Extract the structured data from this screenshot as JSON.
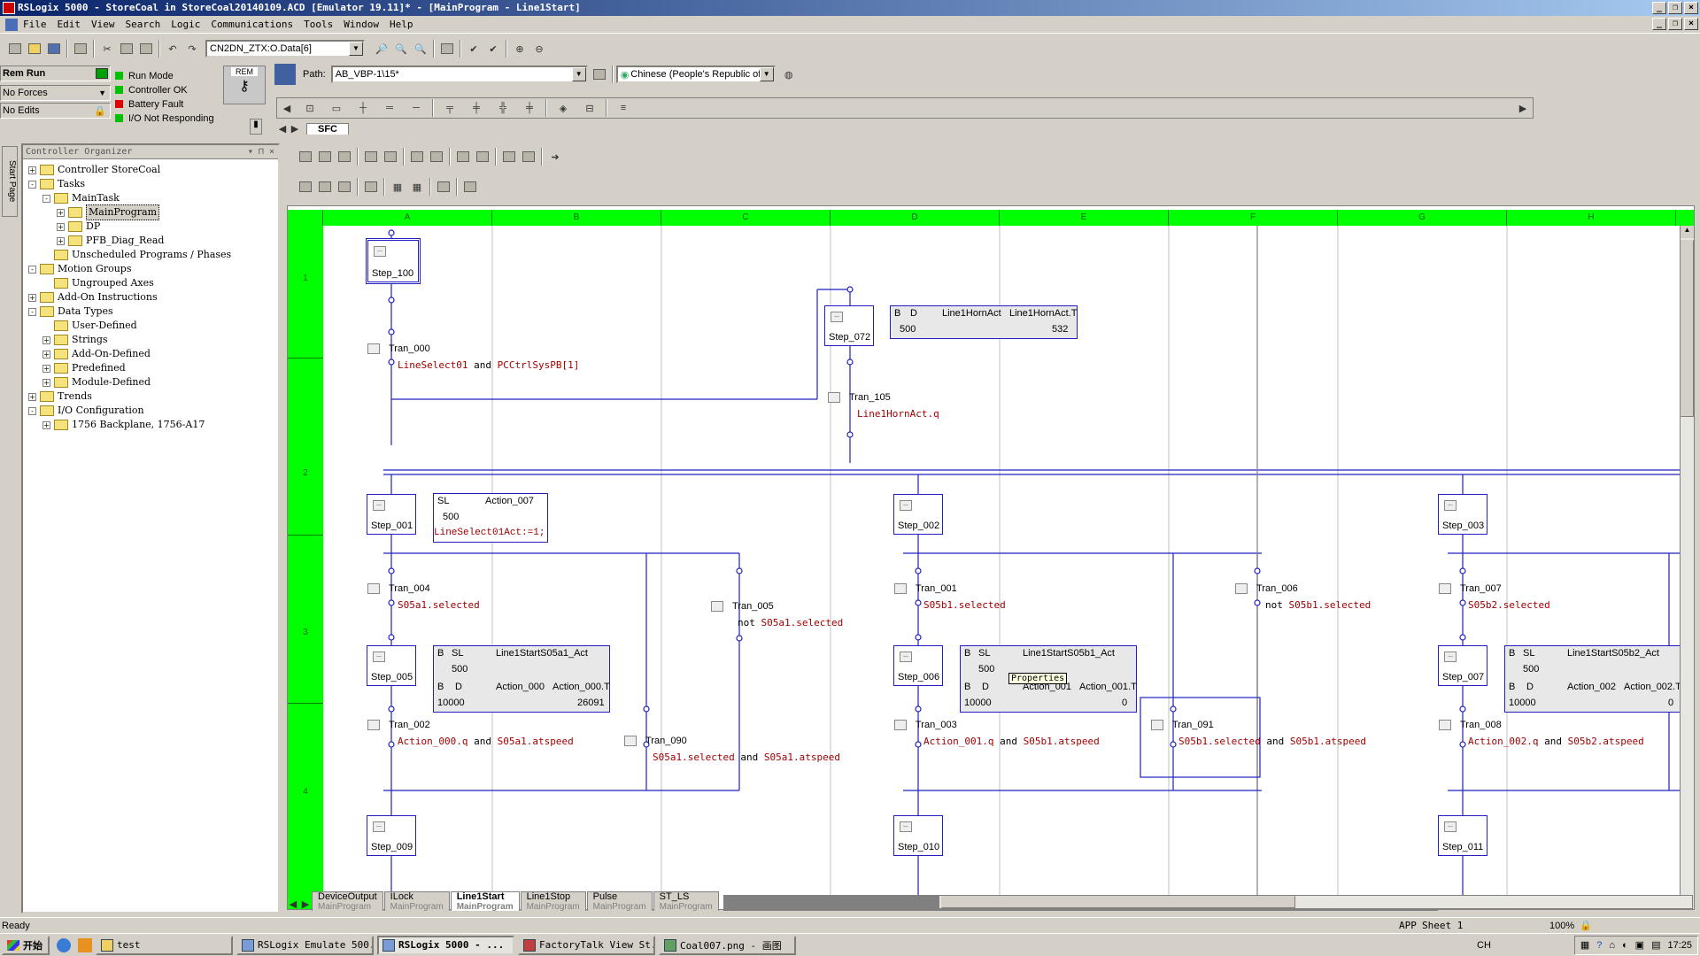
{
  "window": {
    "title": "RSLogix 5000 - StoreCoal in StoreCoal20140109.ACD [Emulator 19.11]* - [MainProgram - Line1Start]"
  },
  "menu": [
    "File",
    "Edit",
    "View",
    "Search",
    "Logic",
    "Communications",
    "Tools",
    "Window",
    "Help"
  ],
  "toolbar": {
    "tag_combo": "CN2DN_ZTX:O.Data[6]",
    "path_label": "Path:",
    "path_value": "AB_VBP-1\\15*",
    "language_value": "Chinese (People's Republic of",
    "sfc_tab": "SFC"
  },
  "status": {
    "mode": "Rem Run",
    "forces": "No Forces",
    "edits": "No Edits",
    "key_label": "REM",
    "leds": [
      {
        "label": "Run Mode",
        "color": "#00c000"
      },
      {
        "label": "Controller OK",
        "color": "#00c000"
      },
      {
        "label": "Battery Fault",
        "color": "#e00000"
      },
      {
        "label": "I/O Not Responding",
        "color": "#00c000"
      }
    ]
  },
  "organizer": {
    "header": "Controller Organizer",
    "side_tab": "Start Page",
    "nodes": [
      {
        "label": "Controller StoreCoal",
        "level": 0,
        "pm": "+"
      },
      {
        "label": "Tasks",
        "level": 0,
        "pm": "-"
      },
      {
        "label": "MainTask",
        "level": 1,
        "pm": "-"
      },
      {
        "label": "MainProgram",
        "level": 2,
        "pm": "+",
        "selected": true
      },
      {
        "label": "DP",
        "level": 2,
        "pm": "+"
      },
      {
        "label": "PFB_Diag_Read",
        "level": 2,
        "pm": "+"
      },
      {
        "label": "Unscheduled Programs / Phases",
        "level": 1,
        "pm": ""
      },
      {
        "label": "Motion Groups",
        "level": 0,
        "pm": "-"
      },
      {
        "label": "Ungrouped Axes",
        "level": 1,
        "pm": ""
      },
      {
        "label": "Add-On Instructions",
        "level": 0,
        "pm": "+"
      },
      {
        "label": "Data Types",
        "level": 0,
        "pm": "-"
      },
      {
        "label": "User-Defined",
        "level": 1,
        "pm": ""
      },
      {
        "label": "Strings",
        "level": 1,
        "pm": "+"
      },
      {
        "label": "Add-On-Defined",
        "level": 1,
        "pm": "+"
      },
      {
        "label": "Predefined",
        "level": 1,
        "pm": "+"
      },
      {
        "label": "Module-Defined",
        "level": 1,
        "pm": "+"
      },
      {
        "label": "Trends",
        "level": 0,
        "pm": "+"
      },
      {
        "label": "I/O Configuration",
        "level": 0,
        "pm": "-"
      },
      {
        "label": "1756 Backplane, 1756-A17",
        "level": 1,
        "pm": "+"
      }
    ]
  },
  "grid": {
    "columns": [
      "A",
      "B",
      "C",
      "D",
      "E",
      "F",
      "G",
      "H"
    ],
    "rows": [
      "1",
      "2",
      "3",
      "4"
    ]
  },
  "sfc": {
    "steps": {
      "s100": "Step_100",
      "s072": "Step_072",
      "s001": "Step_001",
      "s002": "Step_002",
      "s003": "Step_003",
      "s005": "Step_005",
      "s006": "Step_006",
      "s007": "Step_007",
      "s009": "Step_009",
      "s010": "Step_010",
      "s011": "Step_011"
    },
    "trans": {
      "t000": {
        "name": "Tran_000",
        "expr": [
          "LineSelect01",
          " and ",
          "PCCtrlSysPB[1]"
        ]
      },
      "t105": {
        "name": "Tran_105",
        "expr": [
          "Line1HornAct.q"
        ]
      },
      "t004": {
        "name": "Tran_004",
        "expr": [
          "S05a1.selected"
        ]
      },
      "t005": {
        "name": "Tran_005",
        "expr": [
          "not ",
          "S05a1.selected"
        ]
      },
      "t001": {
        "name": "Tran_001",
        "expr": [
          "S05b1.selected"
        ]
      },
      "t006": {
        "name": "Tran_006",
        "expr": [
          "not ",
          "S05b1.selected"
        ]
      },
      "t007": {
        "name": "Tran_007",
        "expr": [
          "S05b2.selected"
        ]
      },
      "t002": {
        "name": "Tran_002",
        "expr": [
          "Action_000.q",
          " and ",
          "S05a1.atspeed"
        ]
      },
      "t090": {
        "name": "Tran_090",
        "expr": [
          "S05a1.selected",
          " and ",
          "S05a1.atspeed"
        ]
      },
      "t003": {
        "name": "Tran_003",
        "expr": [
          "Action_001.q",
          " and ",
          "S05b1.atspeed"
        ]
      },
      "t091": {
        "name": "Tran_091",
        "expr": [
          "S05b1.selected",
          " and ",
          "S05b1.atspeed"
        ]
      },
      "t008": {
        "name": "Tran_008",
        "expr": [
          "Action_002.q",
          " and ",
          "S05b2.atspeed"
        ]
      }
    },
    "actions": {
      "horn": {
        "q1": "B",
        "q2": "D",
        "name": "Line1HornAct",
        "tag": "Line1HornAct.T",
        "preset": "500",
        "acc": "532"
      },
      "a007": {
        "q1": "SL",
        "name": "Action_007",
        "preset": "500",
        "body": "LineSelect01Act:=1;"
      },
      "s05a1": {
        "q1": "B",
        "q2": "SL",
        "name": "Line1StartS05a1_Act",
        "preset": "500",
        "q3": "B",
        "q4": "D",
        "name2": "Action_000",
        "tag2": "Action_000.T",
        "preset2": "10000",
        "acc2": "26091"
      },
      "s05b1": {
        "q1": "B",
        "q2": "SL",
        "name": "Line1StartS05b1_Act",
        "preset": "500",
        "q3": "B",
        "q4": "D",
        "name2": "Action_001",
        "tag2": "Action_001.T",
        "preset2": "10000",
        "acc2": "0"
      },
      "s05b2": {
        "q1": "B",
        "q2": "SL",
        "name": "Line1StartS05b2_Act",
        "preset": "500",
        "q3": "B",
        "q4": "D",
        "name2": "Action_002",
        "tag2": "Action_002.T",
        "preset2": "10000",
        "acc2": "0"
      }
    },
    "tooltip": "Properties"
  },
  "sheet_tabs": [
    {
      "name": "DeviceOutput",
      "sub": "MainProgram"
    },
    {
      "name": "ILock",
      "sub": "MainProgram"
    },
    {
      "name": "Line1Start",
      "sub": "MainProgram",
      "active": true
    },
    {
      "name": "Line1Stop",
      "sub": "MainProgram"
    },
    {
      "name": "Pulse",
      "sub": "MainProgram"
    },
    {
      "name": "ST_LS",
      "sub": "MainProgram"
    }
  ],
  "statusbar": {
    "left": "Ready",
    "app": "APP",
    "sheet": "Sheet 1",
    "zoom": "100%"
  },
  "taskbar": {
    "start": "开始",
    "tasks": [
      {
        "label": "test"
      },
      {
        "label": "RSLogix Emulate 500..."
      },
      {
        "label": "RSLogix 5000 - ...",
        "active": true
      },
      {
        "label": "FactoryTalk View St..."
      },
      {
        "label": "Coal007.png - 画图"
      }
    ],
    "lang": "CH",
    "clock": "17:25"
  }
}
